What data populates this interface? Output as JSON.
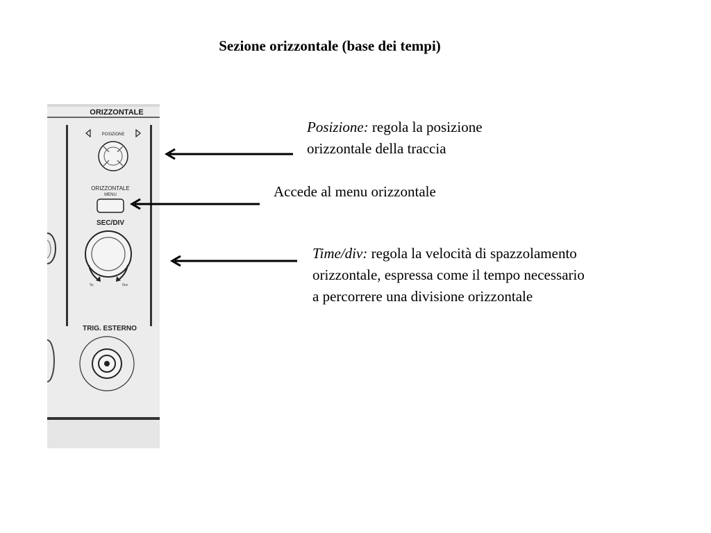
{
  "title": "Sezione orizzontale (base dei tempi)",
  "panel": {
    "header": "ORIZZONTALE",
    "position_label": "POSIZIONE",
    "menu_label_line1": "ORIZZONTALE",
    "menu_label_line2": "MENU",
    "secdiv_label": "SEC/DIV",
    "trig_label": "TRIG. ESTERNO",
    "knob_left_mark": "5s",
    "knob_right_mark": "5ns"
  },
  "annotations": {
    "position": {
      "term": "Posizione:",
      "text": " regola la posizione orizzontale della traccia"
    },
    "menu": {
      "text": "Accede al menu orizzontale"
    },
    "timediv": {
      "term": "Time/div:",
      "text": " regola la velocità di spazzolamento orizzontale, espressa come il tempo necessario a percorrere una divisione orizzontale"
    }
  },
  "colors": {
    "background": "#ffffff",
    "panel": "#ececec",
    "ink": "#1a1a1a"
  }
}
